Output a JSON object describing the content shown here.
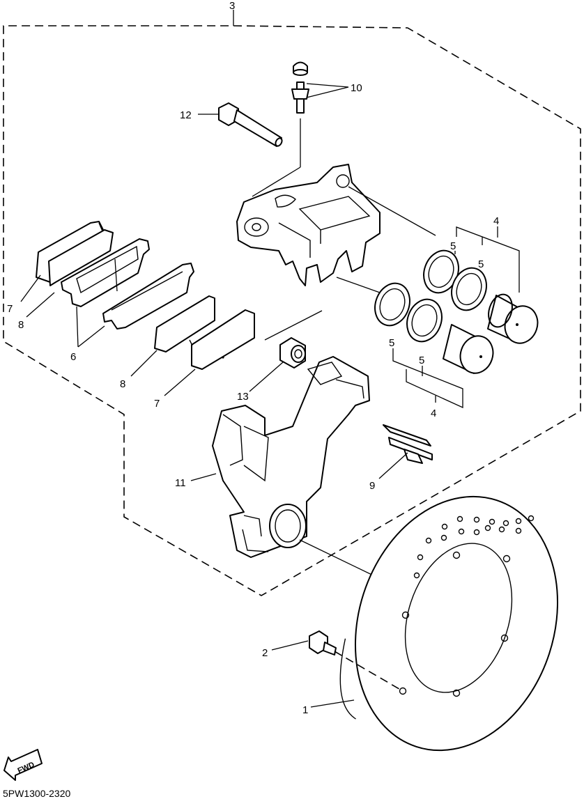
{
  "diagram": {
    "part_numbers": {
      "p1": "1",
      "p2": "2",
      "p3": "3",
      "p4a": "4",
      "p4b": "4",
      "p5a": "5",
      "p5b": "5",
      "p5c": "5",
      "p5d": "5",
      "p6": "6",
      "p7a": "7",
      "p7b": "7",
      "p8a": "8",
      "p8b": "8",
      "p9": "9",
      "p10": "10",
      "p11": "11",
      "p12": "12",
      "p13": "13"
    },
    "fwd_label": "FWD",
    "drawing_code": "5PW1300-2320"
  }
}
